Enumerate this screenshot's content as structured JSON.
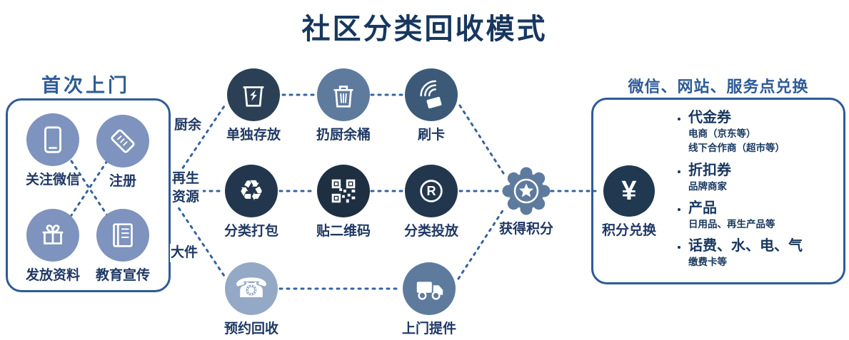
{
  "title": "社区分类回收模式",
  "left_panel": {
    "header": "首次上门",
    "items": [
      {
        "label": "关注微信",
        "icon": "smartphone-icon"
      },
      {
        "label": "注册",
        "icon": "register-tag-icon"
      },
      {
        "label": "发放资料",
        "icon": "gift-icon"
      },
      {
        "label": "教育宣传",
        "icon": "book-icon"
      }
    ]
  },
  "streams": [
    {
      "label": "厨余",
      "steps": [
        {
          "label": "单独存放",
          "icon": "waste-bin-icon"
        },
        {
          "label": "扔厨余桶",
          "icon": "trash-lid-icon"
        },
        {
          "label": "刷卡",
          "icon": "contactless-card-icon"
        }
      ]
    },
    {
      "label": "再生资源",
      "steps": [
        {
          "label": "分类打包",
          "icon": "recycle-icon"
        },
        {
          "label": "贴二维码",
          "icon": "qr-code-icon"
        },
        {
          "label": "分类投放",
          "icon": "registered-mark-icon"
        }
      ]
    },
    {
      "label": "大件",
      "steps": [
        {
          "label": "预约回收",
          "icon": "telephone-icon"
        },
        {
          "label": "上门提件",
          "icon": "truck-icon"
        }
      ]
    }
  ],
  "points": {
    "earn_label": "获得积分",
    "redeem_label": "积分兑换",
    "currency_symbol": "¥"
  },
  "right_panel": {
    "header": "微信、网站、服务点兑换",
    "items": [
      {
        "title": "代金券",
        "subs": [
          "电商（京东等）",
          "线下合作商（超市等）"
        ]
      },
      {
        "title": "折扣券",
        "subs": [
          "品牌商家"
        ]
      },
      {
        "title": "产品",
        "subs": [
          "日用品、再生产品等"
        ]
      },
      {
        "title": "话费、水、电、气",
        "subs": [
          "缴费卡等"
        ]
      }
    ]
  },
  "icon_glyphs": {
    "recycle": "♻",
    "telephone": "☎",
    "registered": "R"
  },
  "colors": {
    "title": "#17375E",
    "header_blue": "#2E5B97",
    "connector": "#35639F",
    "dark_circle": "#22374D",
    "darker_circle": "#1E2F42",
    "medium_circle": "#5E7B9E",
    "steel_circle": "#3C5A78",
    "light_circle": "#7E93BD",
    "pale_circle": "#94A9C6",
    "yen_circle": "#203850"
  }
}
